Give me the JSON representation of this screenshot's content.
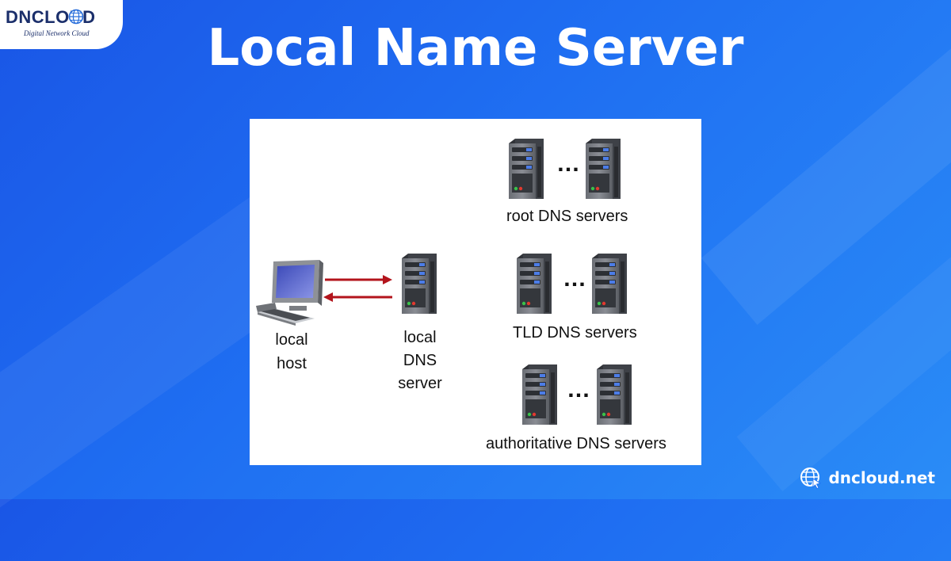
{
  "brand": {
    "logo_text": "DNCLOUD",
    "tagline": "Digital Network Cloud",
    "website": "dncloud.net"
  },
  "page": {
    "title": "Local Name Server"
  },
  "diagram": {
    "local_host_label": [
      "local",
      "host"
    ],
    "local_dns_label": [
      "local",
      "DNS",
      "server"
    ],
    "root_label": "root DNS servers",
    "tld_label": "TLD DNS servers",
    "auth_label": "authoritative DNS servers",
    "ellipsis": "…"
  },
  "colors": {
    "background": "#1f6ff2",
    "arrow": "#b3141c",
    "server_body": "#3a3d44",
    "drive_light": "#4c7de8"
  }
}
